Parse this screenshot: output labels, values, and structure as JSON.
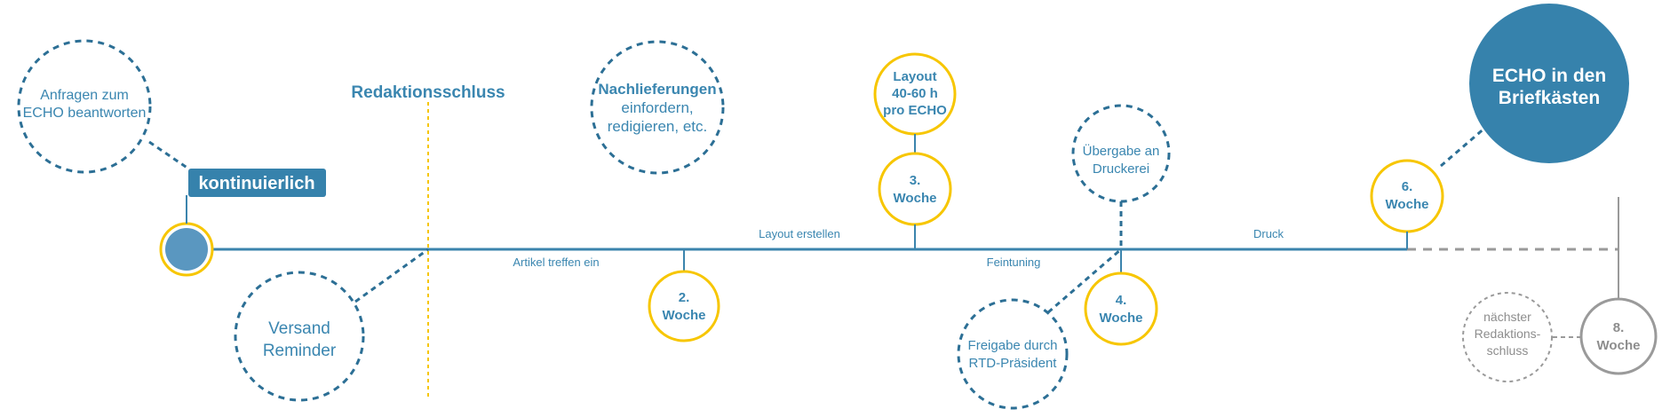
{
  "colors": {
    "blue": "#3b84ad",
    "dark_blue": "#2c6f95",
    "yellow": "#f7c600",
    "grey": "#9a9a9a",
    "dot_fill": "#5a97c0",
    "big_circle": "#3682ac"
  },
  "notes": {
    "anfragen": [
      "Anfragen zum",
      "ECHO beantworten"
    ],
    "kontinuierlich": "kontinuierlich",
    "redaktionsschluss": "Redaktionsschluss",
    "versand": [
      "Versand",
      "Reminder"
    ],
    "nachlieferungen": [
      "Nachlieferungen",
      "einfordern,",
      "redigieren, etc."
    ],
    "layout": [
      "Layout",
      "40-60 h",
      "pro ECHO"
    ],
    "uebergabe": [
      "Übergabe an",
      "Druckerei"
    ],
    "freigabe": [
      "Freigabe durch",
      "RTD-Präsident"
    ],
    "echo": [
      "ECHO in den",
      "Briefkästen"
    ],
    "naechster": [
      "nächster",
      "Redaktions-",
      "schluss"
    ]
  },
  "weeks": {
    "w2": [
      "2.",
      "Woche"
    ],
    "w3": [
      "3.",
      "Woche"
    ],
    "w4": [
      "4.",
      "Woche"
    ],
    "w6": [
      "6.",
      "Woche"
    ],
    "w8": [
      "8.",
      "Woche"
    ]
  },
  "phases": {
    "artikel": "Artikel treffen ein",
    "layout_erstellen": "Layout erstellen",
    "feintuning": "Feintuning",
    "druck": "Druck"
  }
}
